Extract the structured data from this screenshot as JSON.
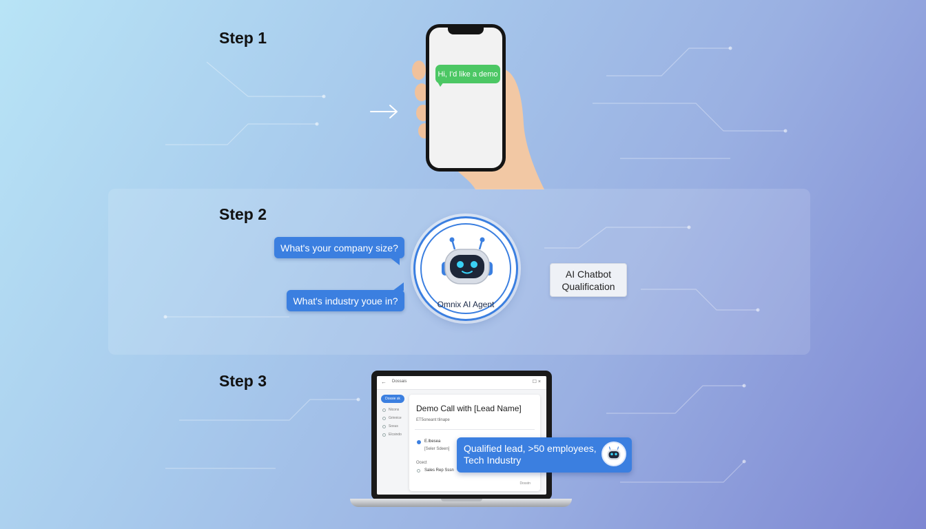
{
  "steps": {
    "step1": "Step 1",
    "step2": "Step 2",
    "step3": "Step 3"
  },
  "phone": {
    "message": "Hi, I'd like a demo",
    "bubble_color": "#4cc764"
  },
  "chat": {
    "question1": "What's your company size?",
    "question2": "What's industry youe in?",
    "bubble_color": "#3b7fe0"
  },
  "agent": {
    "name": "Omnix AI Agent",
    "icon": "robot-icon"
  },
  "qualification_box": {
    "line1": "AI Chatbot",
    "line2": "Qualification"
  },
  "crm": {
    "window_title": "Dossais",
    "sidebar_button": "Dossie sk",
    "sidebar_items": [
      "Nicons",
      "Grinnice",
      "Sosus",
      "Elcsindo"
    ],
    "card_title": "Demo Call with [Lead Name]",
    "card_subtitle": "ET5oneant tlinape",
    "attendee_name": "E.lbesea",
    "attendee_role": "[Seler Sdeen]",
    "section_label": "Ocect",
    "assignee": "Sales Rep Sssn",
    "footer_action": "Dosstn"
  },
  "lead_note": {
    "line1": "Qualified lead, >50 employees,",
    "line2": "Tech Industry",
    "icon": "robot-icon"
  },
  "colors": {
    "accent": "#3b7fe0",
    "title_text": "#111111"
  }
}
